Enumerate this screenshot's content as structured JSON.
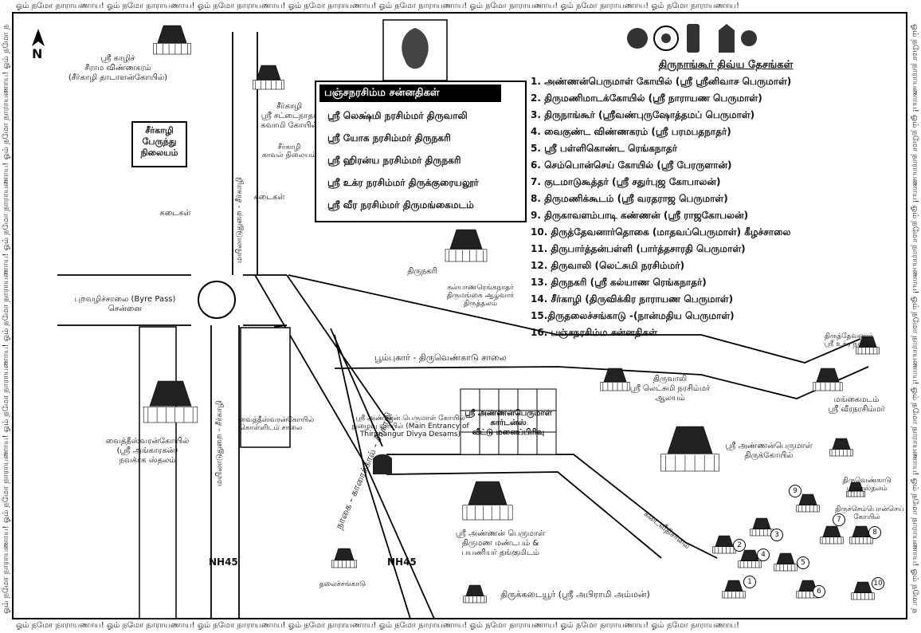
{
  "frame": {
    "chant": "ஓம் நமோ நாராயணாய!"
  },
  "compass": {
    "label": "N"
  },
  "places": {
    "sirkazhi_ramavinnagaram": "ஸ்ரீ காழிச்\nசீராம விண்ணகரம்\n(சீர்காழி தாடாளன்கோயில்)",
    "sirkazhi_sattainathar": "சீர்காழி\nஸ்ரீ சட்டைநாதர்\nசுவாமி கோயில்",
    "sirkazhi_bus_stand": "சீர்காழி\nபேருந்து\nநிலையம்",
    "sirkazhi_kavalnilayam": "சீர்காழி\nகாவல் நிலையம்",
    "kadaigal_1": "கடைகள்",
    "kadaigal_2": "கடைகள்",
    "bypass": "புறவழிச்சாலை (Byre Pass)\nசென்னை",
    "vaitheeswaran": "வைத்தீஸ்வரன்கோயில்\n(ஸ்ரீ அங்காரகன்)\nநவக்ரக ஸ்தலம்",
    "vaitheeswaran_road": "வைத்தீஸ்வரன்கோயில்\nகொள்ளிடம் சாலை",
    "thirunagari": "திருநகரி",
    "kalyana_ranganathar": "கல்யாணரெங்கநாதர்\nதிருமங்கை ஆழ்வார்\nதிருத்தலம்",
    "thiruvali": "திருவாலி\nஸ்ரீ லெட்சுமி நரசிம்மர்\nஆலயம்",
    "annan_koil": "ஸ்ரீ அண்ணன்பெருமாள்\nதிருக்கோயில்",
    "thiru_devanar_top": "திருத்தேவனார்\nஸ்ரீ உக்ர நரசிம்",
    "mangaimadam": "மங்கைமடம்\nஸ்ரீ வீரநரசிம்மர்",
    "arch": "ஸ்ரீ அண்ணன் பெருமாள் கோயில்\nநுழைவு வாயில் (Main Entrancy of\nThirunangur Divya Desams)",
    "annan_garden": "ஸ்ரீ அண்ணன்பெருமாள்\nகார்டன்ஸ்\nவீட்டு மனைப்பிரிவு",
    "mandapam": "ஸ்ரீ அண்ணன் பெருமாள்\nதிருமண மண்டபம் &\nபயணியர் தங்குமிடம்",
    "thirukadaiyur": "திருக்கடையூர் (ஸ்ரீ அபிராமி அம்மன்)",
    "thalai_sangadu": "தலைச்சங்காடு",
    "thiruvenkadu_puthan": "திருவெண்காடு\nபுதன்ஸ்தலம்",
    "thiruchemponsei": "திருச்செம்பொன்செய்\nகோயில்",
    "nh45_1": "NH45",
    "nh45_2": "NH45"
  },
  "roads": {
    "mayiladuthurai_sirkazhi_top": "மயிலாடுதுறை - சீர்காழி",
    "mayiladuthurai_sirkazhi_bottom": "மயிலாடுதுறை - சீர்காழி",
    "nagai_karaikal_sirkazhi": "நாகை - காரைக்கால் - சீர்காழி",
    "poompuhar_thiruvenkadu": "பூம்புகார் - திருவெண்காடு சாலை",
    "local_road": "கடைவீதிசாலை"
  },
  "pancha_box": {
    "title": "பஞ்சநரசிம்ம சன்னதிகள்",
    "items": [
      "ஸ்ரீ லெக்ஷ்மி நரசிம்மர் திருவாலி",
      "ஸ்ரீ யோக நரசிம்மர் திருநகரி",
      "ஸ்ரீ ஹிரன்ய நரசிம்மர் திருநகரி",
      "ஸ்ரீ உக்ர நரசிம்மர் திருக்குரையலூர்",
      "ஸ்ரீ வீர நரசிம்மர் திருமங்கைமடம்"
    ]
  },
  "legend": {
    "title": "திருநாங்கூர் திவ்ய தேசங்கள்",
    "items": [
      "1. அண்ணன்பெருமாள் கோயில் (ஸ்ரீ ஸ்ரீனிவாச பெருமாள்)",
      "2. திருமணிமாடக்கோயில் (ஸ்ரீ நாராயண பெருமாள்)",
      "3. திருநாங்கூர் (ஸ்ரீவண்புருஷோத்தமப் பெருமாள்)",
      "4. வைகுண்ட விண்ணகரம் (ஸ்ரீ பரமபதநாதர்)",
      "5. ஸ்ரீ பள்ளிகொண்ட ரெங்கநாதர்",
      "6. செம்பொன்செய் கோயில் (ஸ்ரீ பேரருளான்)",
      "7. குடமாடுகூத்தர் (ஸ்ரீ சதுர்புஜ கோபாலன்)",
      "8. திருமணிக்கூடம் (ஸ்ரீ வரதராஜ பெருமாள்)",
      "9. திருகாவளம்பாடி கண்ணன் (ஸ்ரீ ராஜகோபலன்)",
      "10. திருத்தேவனார்தொகை (மாதவப்பெருமாள்) கீழச்சாலை",
      "11. திருபார்த்தன்பள்ளி (பார்த்தசாரதி பெருமாள்)",
      "12. திருவாலி (லெட்சுமி நரசிம்மர்)",
      "13. திருநகரி (ஸ்ரீ கல்யாண ரெங்கநாதர்)",
      "14. சீர்காழி (திருவிக்கிர நாராயண பெருமாள்)",
      "15.திருதலைச்சங்காடு -(நான்மதிய பெருமாள்)",
      "16. பஞ்சநரசிம்ம சன்னதிகள்"
    ]
  },
  "temple_numbers": [
    "1",
    "2",
    "3",
    "4",
    "5",
    "6",
    "7",
    "8",
    "9",
    "10"
  ],
  "colors": {
    "ink": "#111111",
    "paper": "#ffffff",
    "accent": "#000000"
  }
}
